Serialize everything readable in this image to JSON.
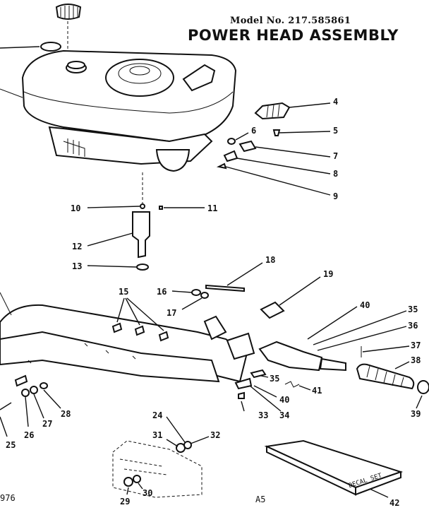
{
  "header": {
    "model": "Model No. 217.585861",
    "title": "POWER HEAD ASSEMBLY"
  },
  "footer": {
    "year_fragment": "976",
    "page_code": "A5"
  },
  "decal_label": "DECAL SET",
  "callouts": [
    "4",
    "5",
    "6",
    "7",
    "8",
    "9",
    "10",
    "11",
    "12",
    "13",
    "18",
    "19",
    "15",
    "16",
    "17",
    "40",
    "35",
    "36",
    "37",
    "38",
    "39",
    "35",
    "40",
    "41",
    "33",
    "34",
    "25",
    "26",
    "27",
    "28",
    "24",
    "31",
    "32",
    "29",
    "30",
    "42"
  ]
}
